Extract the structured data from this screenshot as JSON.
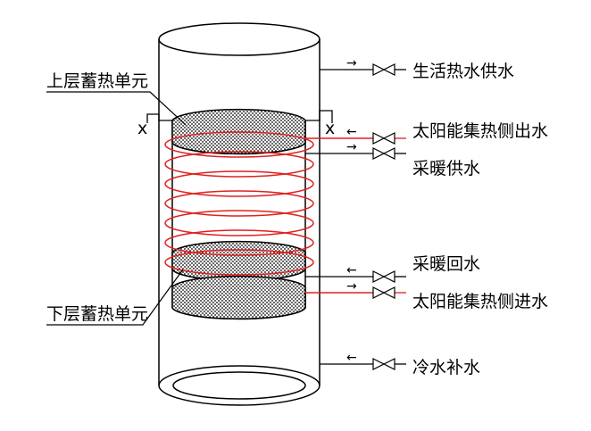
{
  "labels": {
    "upper_unit": "上层蓄热单元",
    "lower_unit": "下层蓄热单元",
    "domestic_hot_water_supply": "生活热水供水",
    "solar_side_outlet": "太阳能集热侧出水",
    "heating_supply": "采暖供水",
    "heating_return": "采暖回水",
    "solar_side_inlet": "太阳能集热侧进水",
    "cold_water_makeup": "冷水补水"
  },
  "markers": {
    "left_valve_mark": "x",
    "right_valve_mark": "x"
  },
  "arrows": {
    "out": "→",
    "in": "←"
  },
  "colors": {
    "coil": "#e02020",
    "line": "#000000",
    "fill_pattern": "#000000"
  }
}
